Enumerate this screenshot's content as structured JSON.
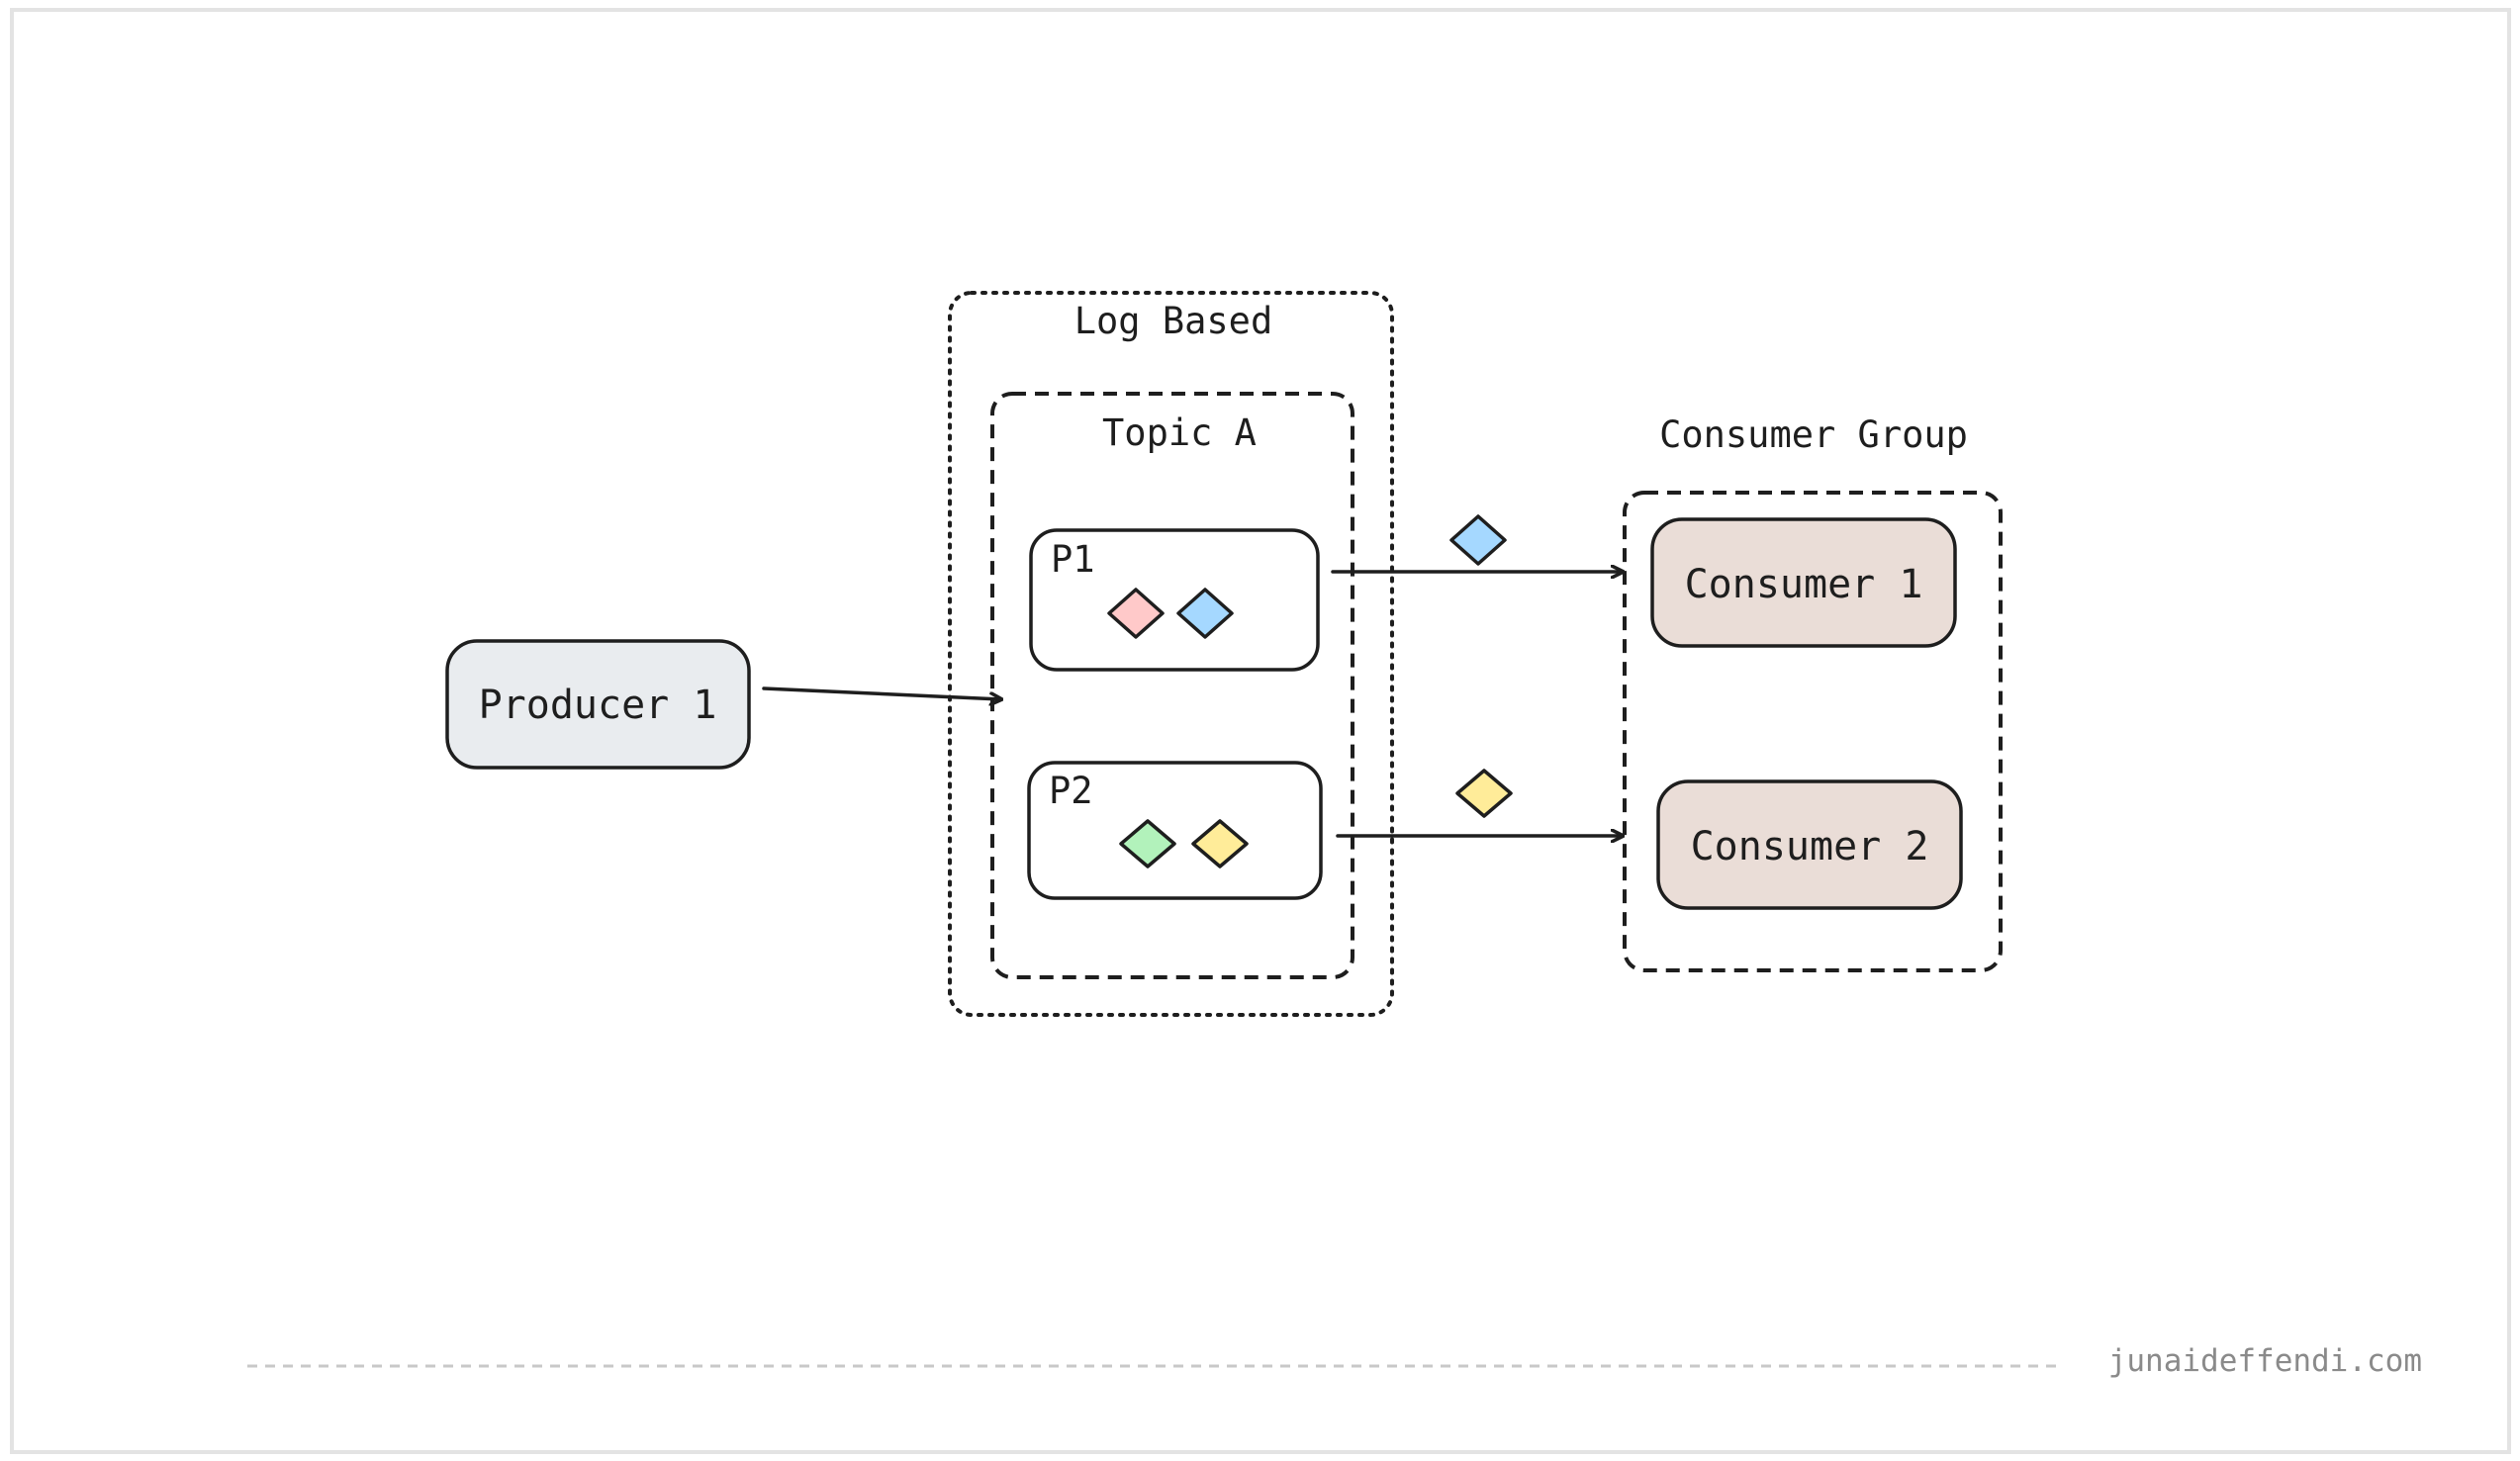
{
  "log_based": {
    "label": "Log Based"
  },
  "topic": {
    "label": "Topic A"
  },
  "partitions": [
    {
      "label": "P1",
      "messages": [
        "#ffc9c9",
        "#a5d8ff"
      ]
    },
    {
      "label": "P2",
      "messages": [
        "#b2f2bb",
        "#ffec99"
      ]
    }
  ],
  "producer": {
    "label": "Producer 1",
    "fill": "#e9ecef"
  },
  "consumer_group": {
    "label": "Consumer Group"
  },
  "consumers": [
    {
      "label": "Consumer 1",
      "fill": "#eaddd7"
    },
    {
      "label": "Consumer 2",
      "fill": "#eaddd7"
    }
  ],
  "in_flight_messages": [
    "#a5d8ff",
    "#ffec99"
  ],
  "footer": {
    "watermark": "junaideffendi.com"
  }
}
